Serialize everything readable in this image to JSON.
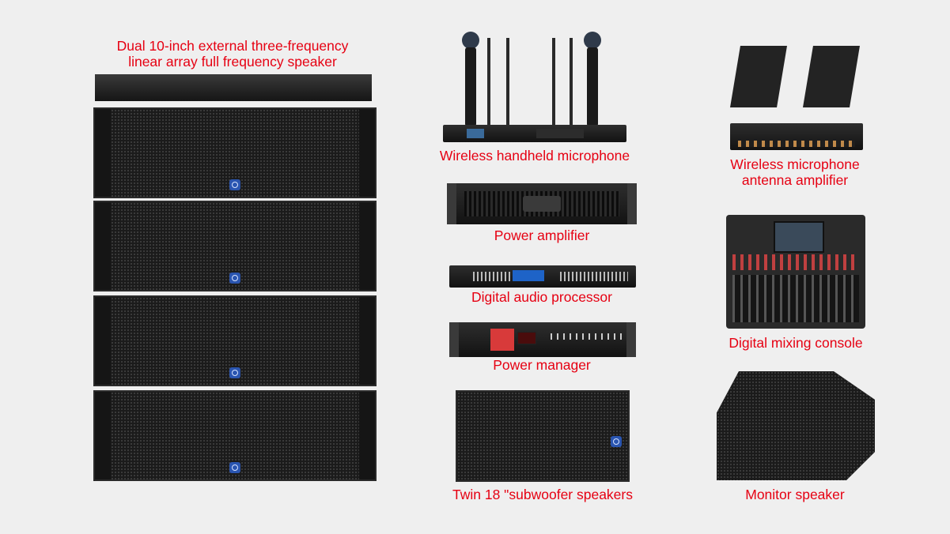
{
  "labels": {
    "line_array_1": "Dual 10-inch external three-frequency",
    "line_array_2": "linear array full frequency speaker",
    "handheld_mic": "Wireless handheld microphone",
    "antenna_amp_1": "Wireless microphone",
    "antenna_amp_2": "antenna amplifier",
    "power_amp": "Power amplifier",
    "audio_processor": "Digital audio processor",
    "mixing_console": "Digital mixing console",
    "power_manager": "Power manager",
    "subwoofer": "Twin 18 \"subwoofer speakers",
    "monitor": "Monitor speaker"
  },
  "colors": {
    "label": "#e60012",
    "background": "#efefef",
    "logo": "#2a55b0"
  }
}
